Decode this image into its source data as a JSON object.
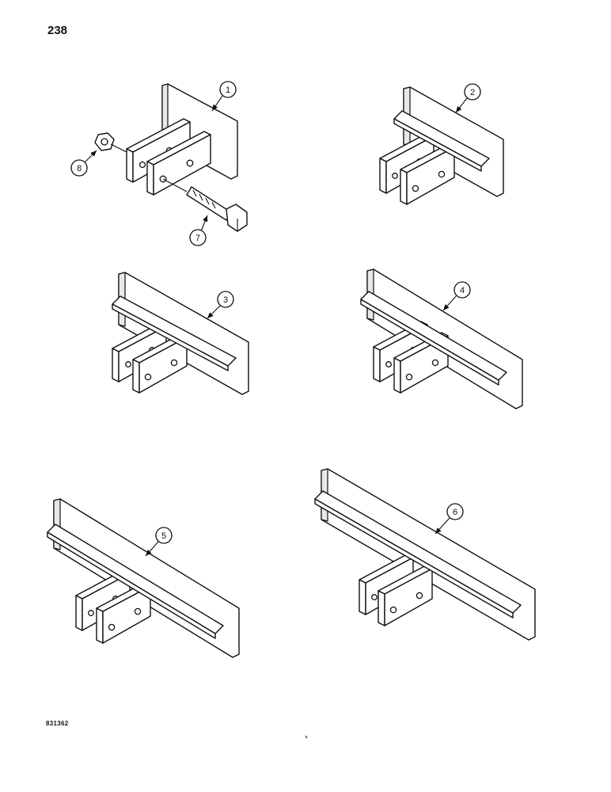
{
  "page": {
    "number": "238",
    "figure_code": "831362"
  },
  "callouts": [
    {
      "id": "1",
      "label": "1"
    },
    {
      "id": "2",
      "label": "2"
    },
    {
      "id": "3",
      "label": "3"
    },
    {
      "id": "4",
      "label": "4"
    },
    {
      "id": "5",
      "label": "5"
    },
    {
      "id": "6",
      "label": "6"
    },
    {
      "id": "7",
      "label": "7"
    },
    {
      "id": "8",
      "label": "8"
    }
  ]
}
